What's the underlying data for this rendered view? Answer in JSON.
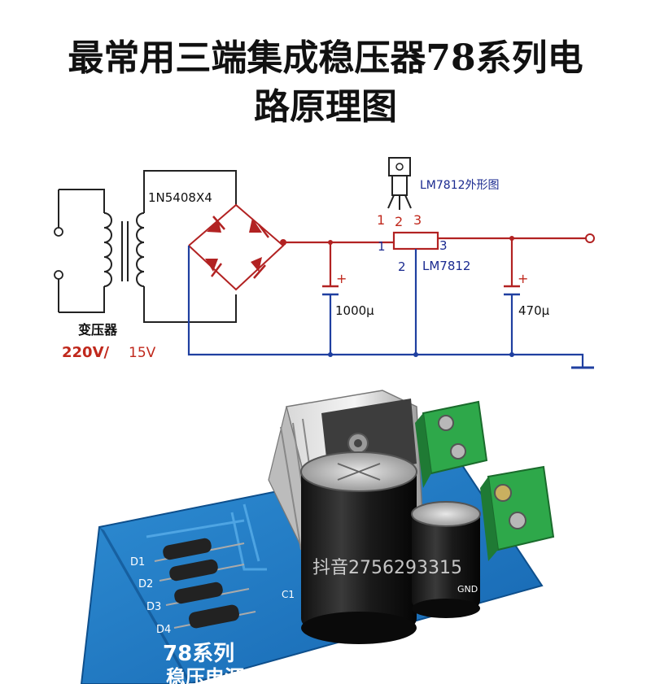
{
  "title": {
    "line1": "最常用三端集成稳压器78系列电",
    "line2": "路原理图"
  },
  "schematic": {
    "bridge_label": "1N5408X4",
    "package_label": "LM7812外形图",
    "package_pin_1": "1",
    "package_pin_2": "2",
    "package_pin_3": "3",
    "reg_pin_in": "1",
    "reg_pin_gnd": "2",
    "reg_pin_out": "3",
    "regulator_label": "LM7812",
    "cap1_plus": "+",
    "cap1_label": "1000μ",
    "cap2_plus": "+",
    "cap2_label": "470μ",
    "transformer_label": "变压器",
    "voltage_primary": "220V/",
    "voltage_secondary": "15V",
    "colors": {
      "wire_red": "#b22222",
      "wire_blue": "#1f3fa0",
      "label_blue": "#1a2a90",
      "label_red": "#c0281c"
    }
  },
  "photo": {
    "board_text_1": "78系列",
    "board_text_2": "稳压电源套件",
    "diode_label_1": "D1",
    "diode_label_2": "D2",
    "diode_label_3": "D3",
    "diode_label_4": "D4",
    "silkscreen_c": "C1",
    "silkscreen_gnd": "GND",
    "watermark": "抖音2756293315"
  }
}
